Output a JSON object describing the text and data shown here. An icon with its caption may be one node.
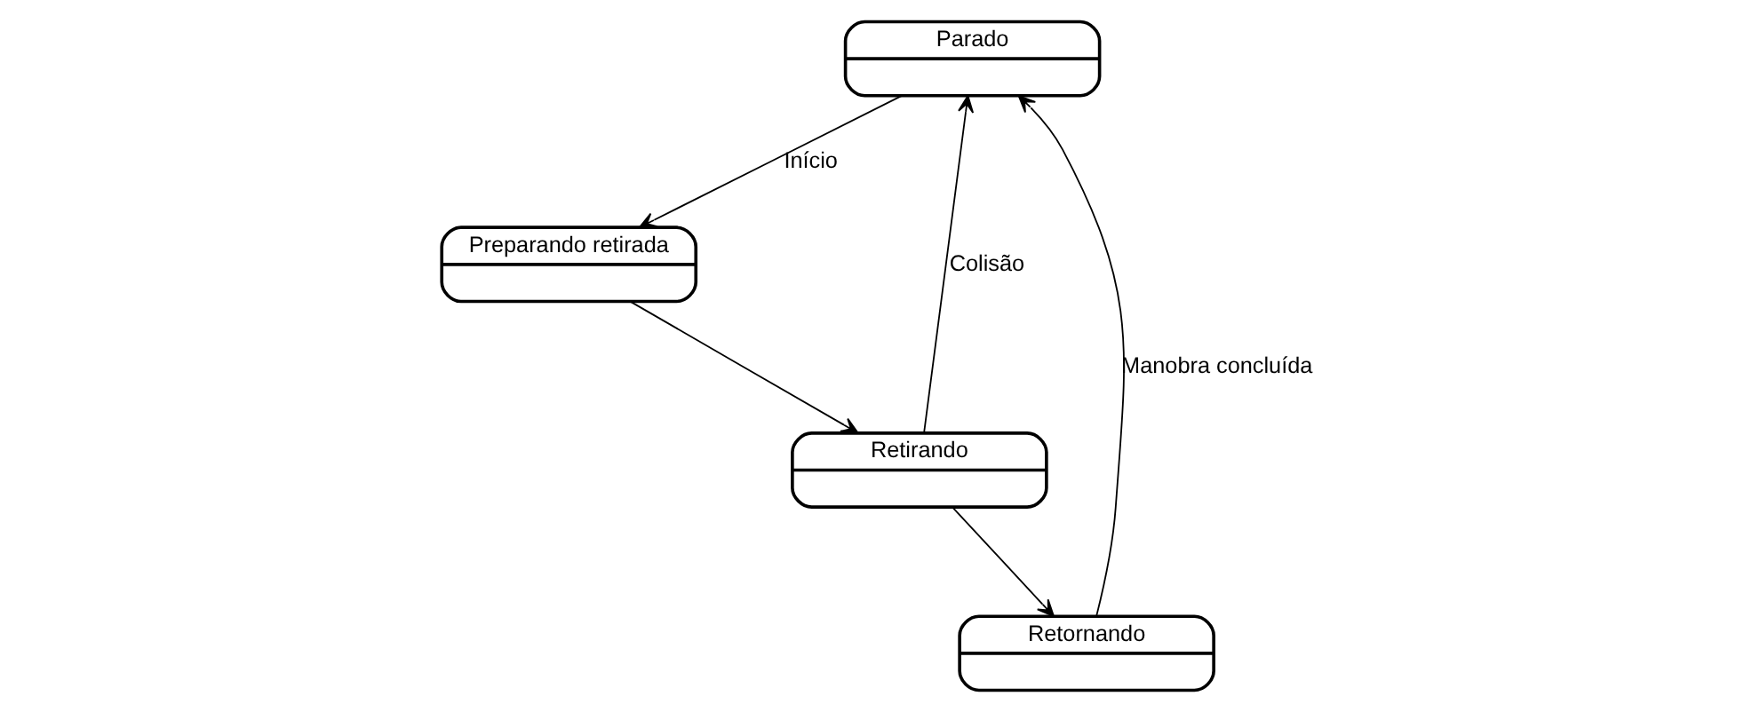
{
  "diagram": {
    "nodes": [
      {
        "text": [
          "Parado"
        ]
      },
      {
        "text": [
          "Retornando"
        ]
      },
      {
        "text": [
          "Preparando retirada"
        ]
      },
      {
        "text": [
          "Retirando"
        ]
      }
    ],
    "edges": [
      {
        "from": 1,
        "to": 0,
        "arrow": "to",
        "label": "Manobra concluída"
      },
      {
        "from": 0,
        "to": 2,
        "arrow": "to",
        "label": "Início"
      },
      {
        "from": 2,
        "to": 3,
        "arrow": "to"
      },
      {
        "from": 3,
        "to": 0,
        "arrow": "to",
        "label": "Colisão"
      },
      {
        "from": 3,
        "to": 1,
        "arrow": "to"
      }
    ]
  }
}
